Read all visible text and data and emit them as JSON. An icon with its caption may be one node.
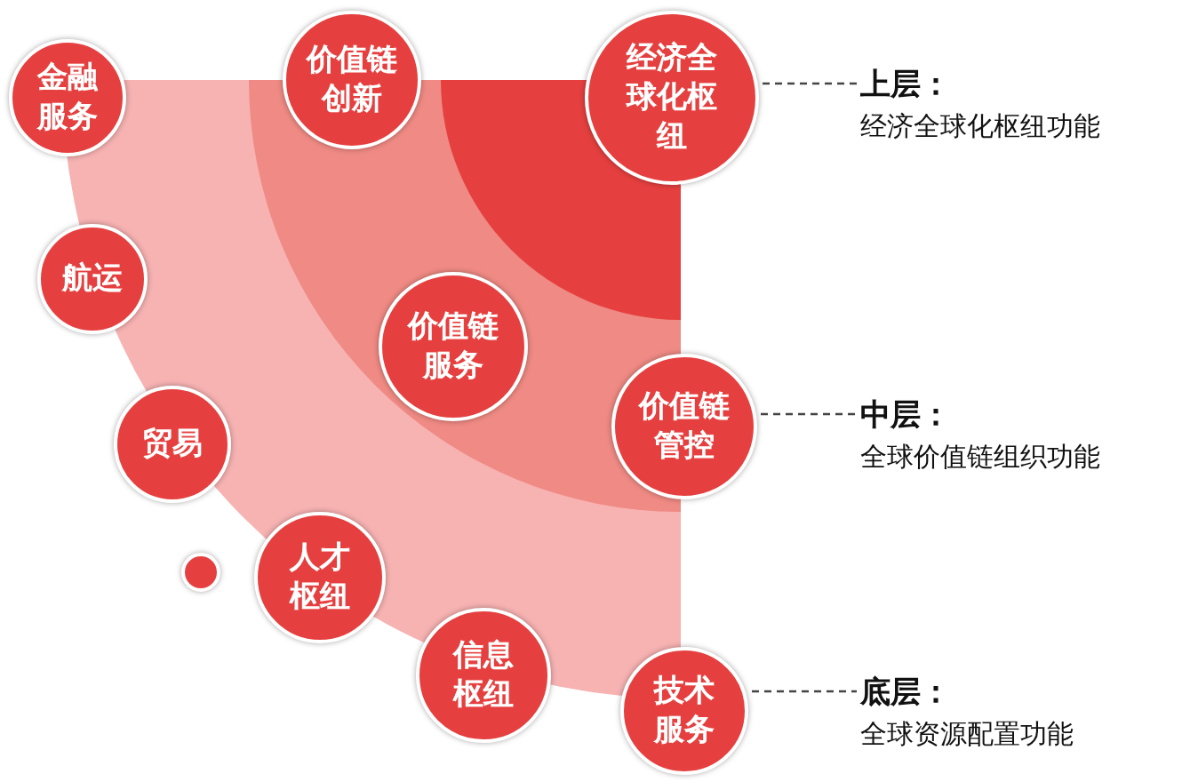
{
  "diagram": {
    "nodes": [
      {
        "text": [
          "金融服务"
        ]
      },
      {
        "text": [
          "价值链创新"
        ]
      },
      {
        "text": [
          "经济全球化枢纽"
        ]
      },
      {
        "text": [
          "航运"
        ]
      },
      {
        "text": [
          "价值链服务"
        ]
      },
      {
        "text": [
          "价值链管控"
        ]
      },
      {
        "text": [
          "贸易"
        ]
      },
      {
        "text": [],
        "shape": "circle"
      },
      {
        "text": [
          "人才枢纽"
        ]
      },
      {
        "text": [
          "信息枢纽"
        ]
      },
      {
        "text": [
          "技术服务"
        ]
      },
      {
        "text": [
          "上层：",
          "经济全球化枢纽功能"
        ]
      },
      {
        "text": [
          "中层：",
          "全球价值链组织功能"
        ]
      },
      {
        "text": [
          "底层：",
          "全球资源配置功能"
        ]
      }
    ],
    "edges": [
      {
        "from": 2,
        "to": 11,
        "arrow": "none",
        "style": "dashed"
      },
      {
        "from": 5,
        "to": 12,
        "arrow": "none",
        "style": "dashed"
      },
      {
        "from": 10,
        "to": 13,
        "arrow": "none",
        "style": "dashed"
      }
    ]
  }
}
